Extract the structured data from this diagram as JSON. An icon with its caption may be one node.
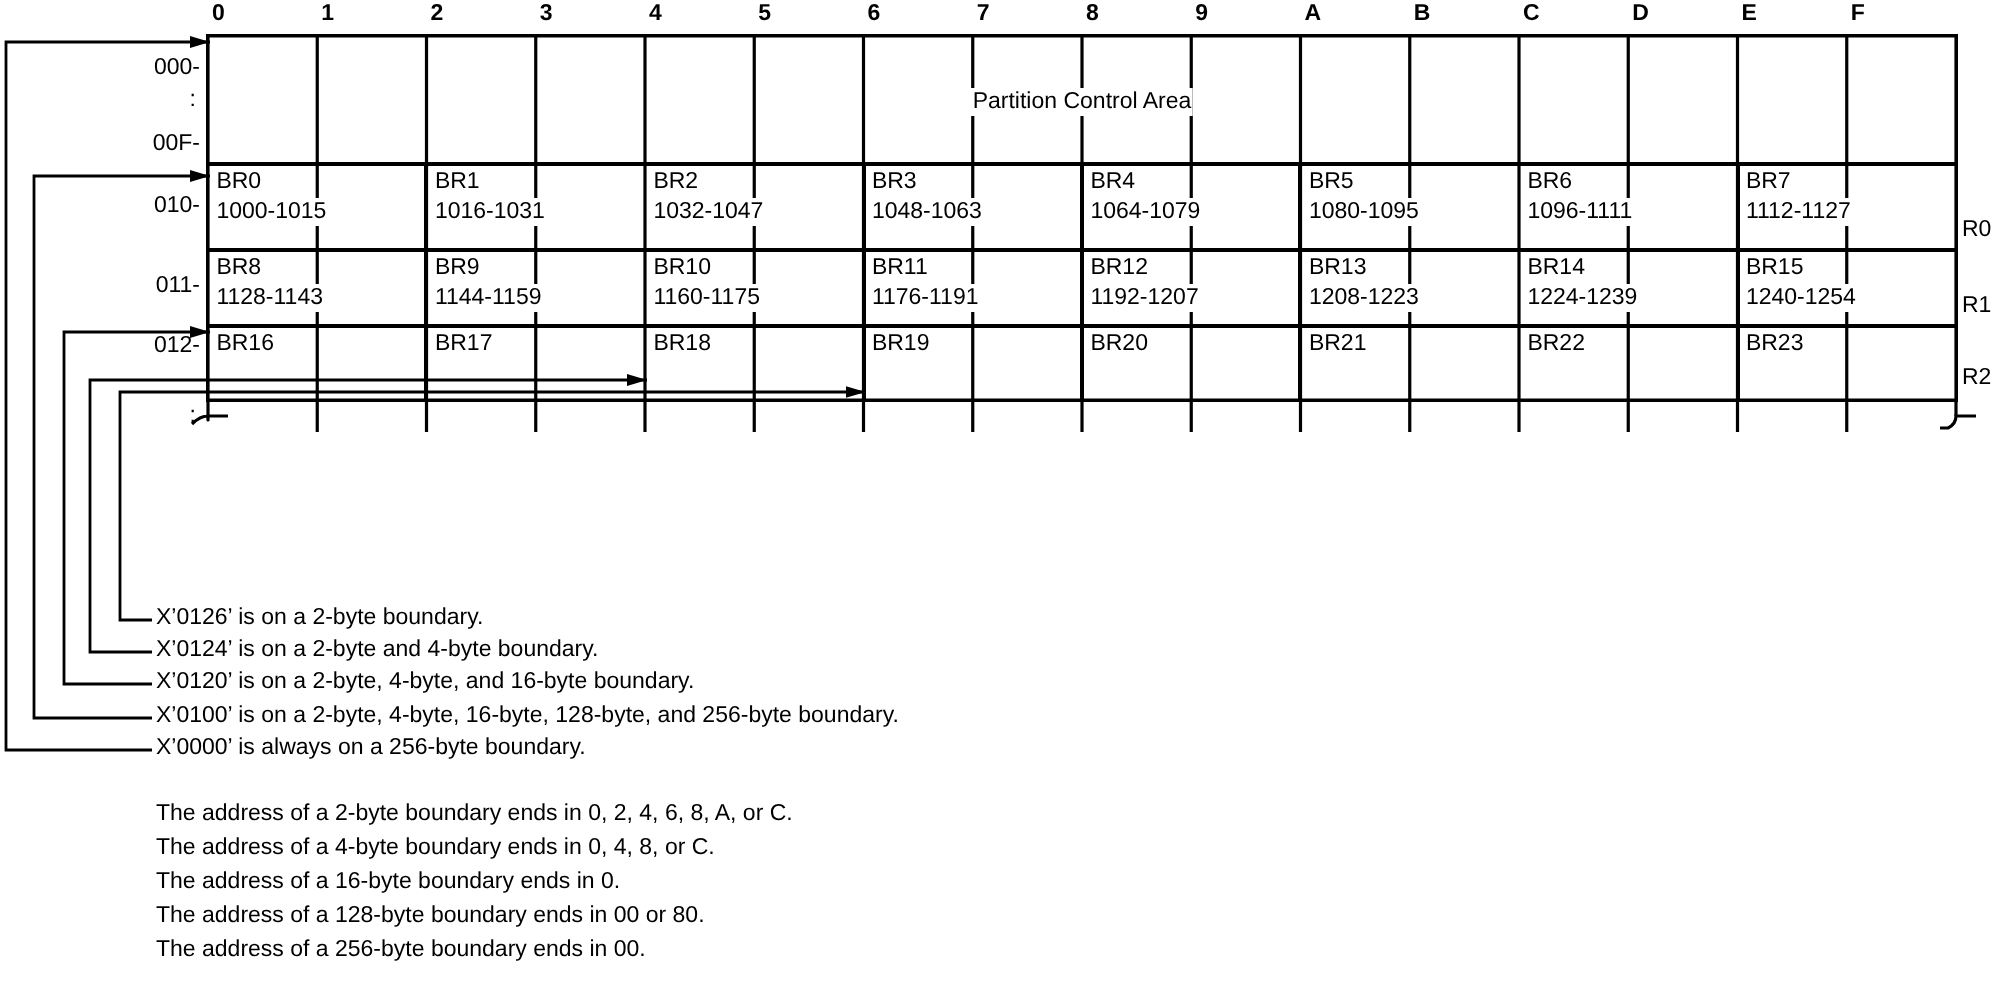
{
  "diagram": {
    "nodes": [
      {
        "text": [
          "Partition Control Area"
        ]
      },
      {
        "text": [
          "BR0",
          "1000-1015"
        ]
      },
      {
        "text": [
          "BR1",
          "1016-1031"
        ]
      },
      {
        "text": [
          "BR2",
          "1032-1047"
        ]
      },
      {
        "text": [
          "BR3",
          "1048-1063"
        ]
      },
      {
        "text": [
          "BR4",
          "1064-1079"
        ]
      },
      {
        "text": [
          "BR5",
          "1080-1095"
        ]
      },
      {
        "text": [
          "BR6",
          "1096-1111"
        ]
      },
      {
        "text": [
          "BR7",
          "1112-1127"
        ]
      },
      {
        "text": [
          "BR8",
          "1128-1143"
        ]
      },
      {
        "text": [
          "BR9",
          "1144-1159"
        ]
      },
      {
        "text": [
          "BR10",
          "1160-1175"
        ]
      },
      {
        "text": [
          "BR11",
          "1176-1191"
        ]
      },
      {
        "text": [
          "BR12",
          "1192-1207"
        ]
      },
      {
        "text": [
          "BR13",
          "1208-1223"
        ]
      },
      {
        "text": [
          "BR14",
          "1224-1239"
        ]
      },
      {
        "text": [
          "BR15",
          "1240-1254"
        ]
      },
      {
        "text": [
          "BR16"
        ]
      },
      {
        "text": [
          "BR17"
        ]
      },
      {
        "text": [
          "BR18"
        ]
      },
      {
        "text": [
          "BR19"
        ]
      },
      {
        "text": [
          "BR20"
        ]
      },
      {
        "text": [
          "BR21"
        ]
      },
      {
        "text": [
          "BR22"
        ]
      },
      {
        "text": [
          "BR23"
        ]
      },
      {
        "text": [
          "X’0126’ is on a 2-byte boundary."
        ]
      },
      {
        "text": [
          "X’0124’ is on a 2-byte and 4-byte boundary."
        ]
      },
      {
        "text": [
          "X’0120’ is on a 2-byte, 4-byte, and 16-byte boundary."
        ]
      },
      {
        "text": [
          "X’0100’ is on a 2-byte, 4-byte, 16-byte, 128-byte, and 256-byte boundary."
        ]
      },
      {
        "text": [
          "X’0000’ is always on a 256-byte boundary."
        ]
      }
    ],
    "edges": [
      {
        "from": 25,
        "to": 20,
        "arrow": "to"
      },
      {
        "from": 26,
        "to": 19,
        "arrow": "to"
      },
      {
        "from": 27,
        "to": 17,
        "arrow": "to"
      },
      {
        "from": 28,
        "to": 1,
        "arrow": "to"
      },
      {
        "from": 29,
        "to": 0,
        "arrow": "to"
      }
    ],
    "labels": [
      "0",
      "1",
      "2",
      "3",
      "4",
      "5",
      "6",
      "7",
      "8",
      "9",
      "A",
      "B",
      "C",
      "D",
      "E",
      "F",
      "000-",
      ":",
      "00F-",
      "010-",
      "R0",
      "011-",
      "R1",
      "012-",
      "R2",
      ":",
      "The address of a 2-byte boundary ends in 0, 2, 4, 6, 8, A, or C.",
      "The address of a 4-byte boundary ends in 0, 4, 8, or C.",
      "The address of a 16-byte boundary ends in 0.",
      "The address of a 128-byte boundary ends in 00 or 80.",
      "The address of a 256-byte boundary ends in 00."
    ]
  }
}
